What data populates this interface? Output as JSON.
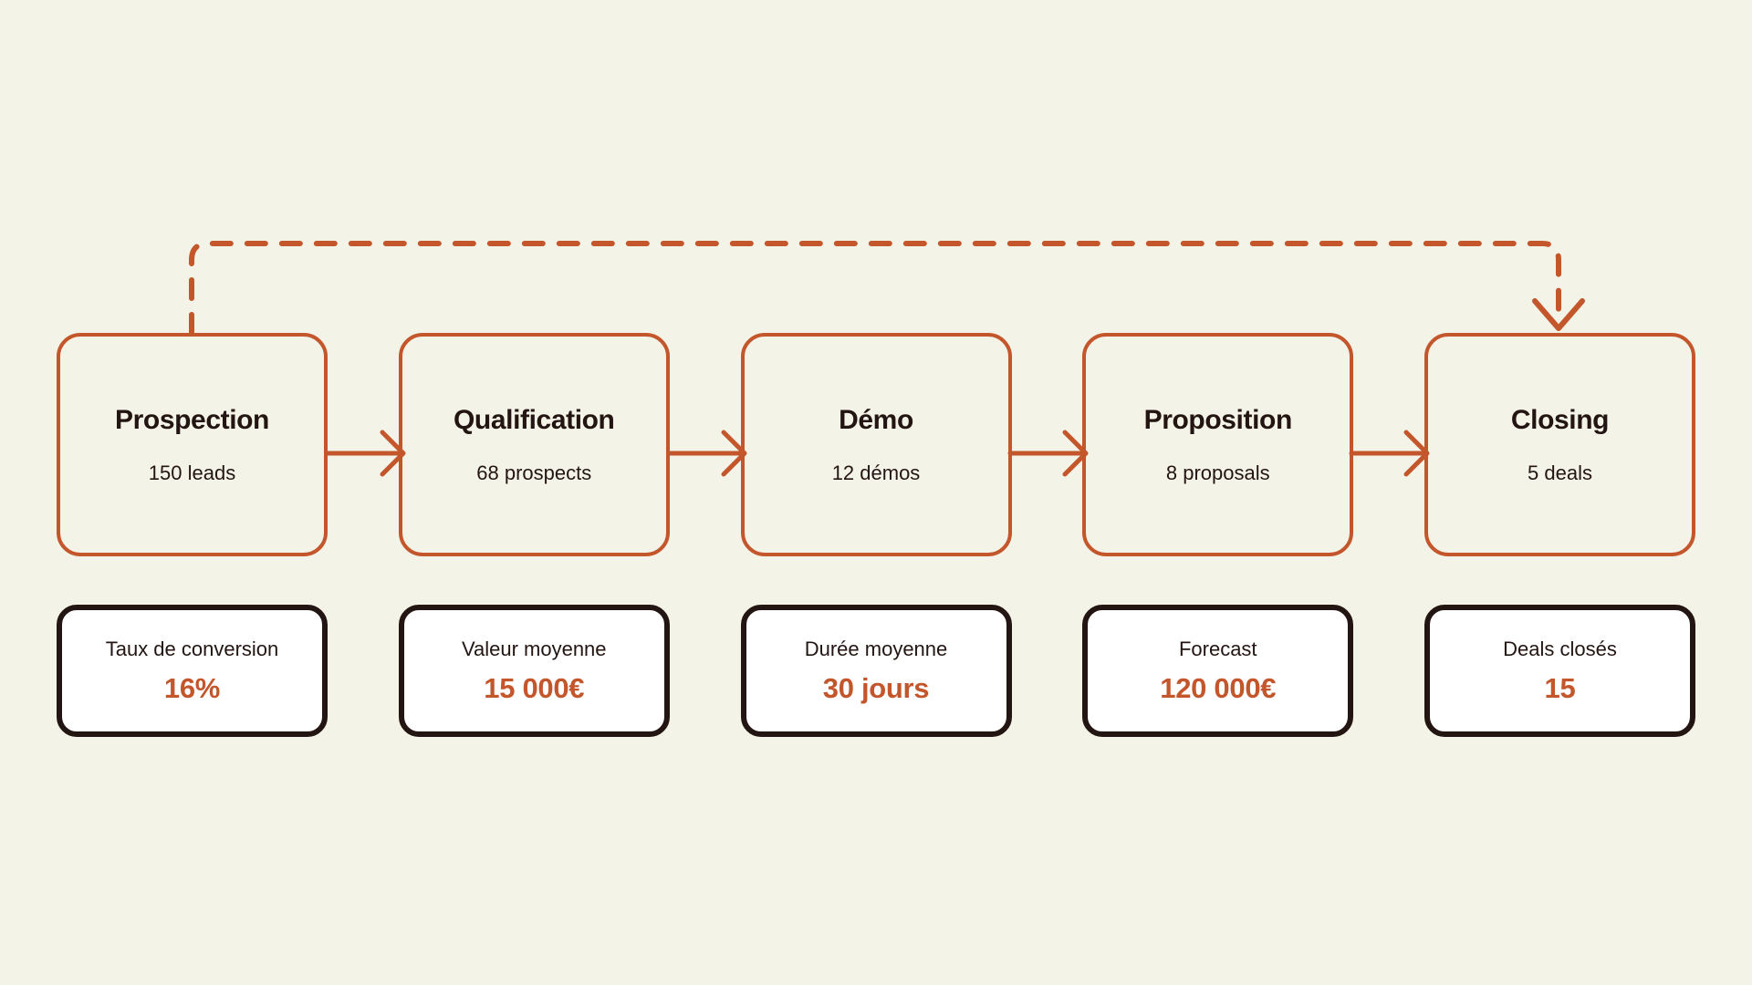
{
  "theme": {
    "background": "#F4F3E8",
    "accent": "#C4562C",
    "ink": "#231512",
    "card_background": "#FFFFFF"
  },
  "pipeline": {
    "stages": [
      {
        "title": "Prospection",
        "count": "150 leads"
      },
      {
        "title": "Qualification",
        "count": "68 prospects"
      },
      {
        "title": "Démo",
        "count": "12 démos"
      },
      {
        "title": "Proposition",
        "count": "8 proposals"
      },
      {
        "title": "Closing",
        "count": "5 deals"
      }
    ],
    "metrics": [
      {
        "label": "Taux de conversion",
        "value": "16%"
      },
      {
        "label": "Valeur moyenne",
        "value": "15 000€"
      },
      {
        "label": "Durée moyenne",
        "value": "30 jours"
      },
      {
        "label": "Forecast",
        "value": "120 000€"
      },
      {
        "label": "Deals closés",
        "value": "15"
      }
    ],
    "connectors": [
      {
        "from": "Prospection",
        "to": "Qualification",
        "style": "solid-arrow"
      },
      {
        "from": "Qualification",
        "to": "Démo",
        "style": "solid-arrow"
      },
      {
        "from": "Démo",
        "to": "Proposition",
        "style": "solid-arrow"
      },
      {
        "from": "Proposition",
        "to": "Closing",
        "style": "solid-arrow"
      }
    ],
    "feedback_loop": {
      "from": "Prospection",
      "to": "Closing",
      "style": "dashed-arrow",
      "direction": "top-overhead"
    }
  }
}
